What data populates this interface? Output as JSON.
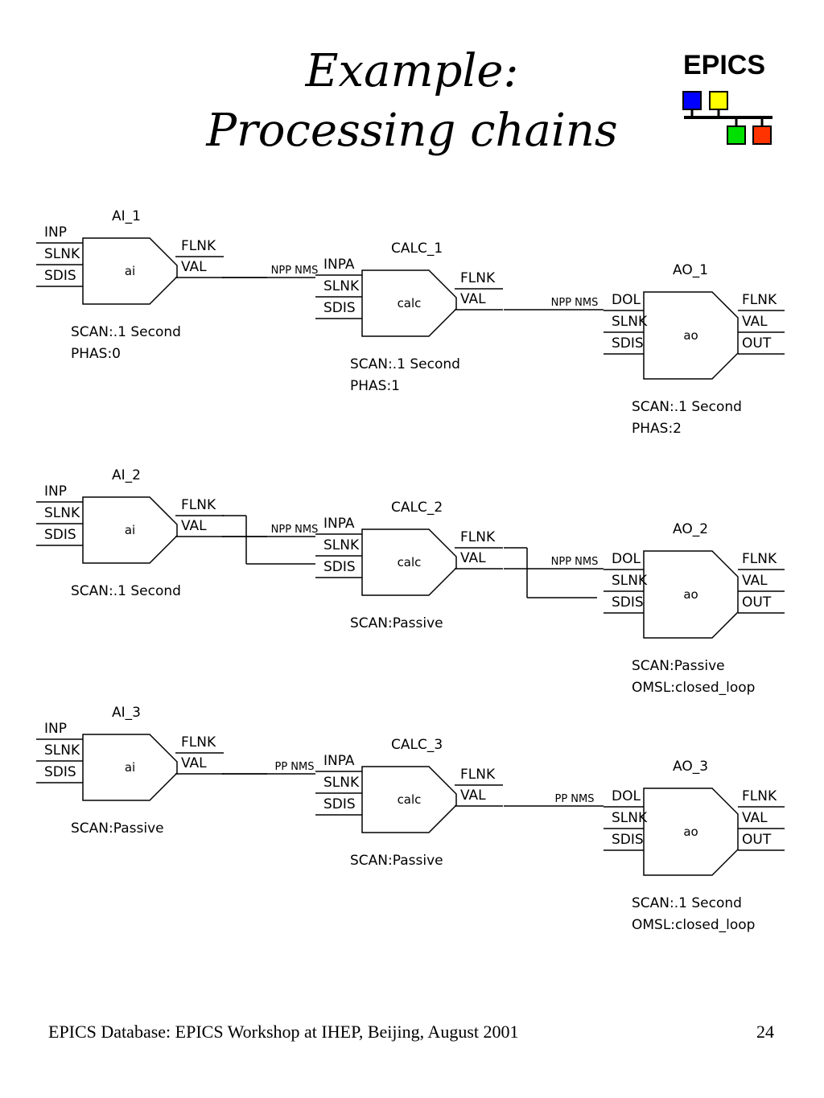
{
  "title": {
    "line1": "Example:",
    "line2": "Processing chains"
  },
  "logo": {
    "text": "EPICS",
    "colors": {
      "blue": "#0000ff",
      "yellow": "#ffff00",
      "green": "#00e000",
      "red": "#ff3300"
    }
  },
  "footer": {
    "left": "EPICS Database: EPICS Workshop at IHEP, Beijing, August 2001",
    "page": "24"
  },
  "chains": [
    {
      "ai": {
        "name": "AI_1",
        "type": "ai",
        "inputs": [
          "INP",
          "SLNK",
          "SDIS"
        ],
        "outputs": [
          "FLNK",
          "VAL"
        ],
        "notes": [
          "SCAN:.1 Second",
          "PHAS:0"
        ]
      },
      "link1": "NPP NMS",
      "calc": {
        "name": "CALC_1",
        "type": "calc",
        "inputs": [
          "INPA",
          "SLNK",
          "SDIS"
        ],
        "outputs": [
          "FLNK",
          "VAL"
        ],
        "notes": [
          "SCAN:.1 Second",
          "PHAS:1"
        ]
      },
      "link2": "NPP NMS",
      "ao": {
        "name": "AO_1",
        "type": "ao",
        "inputs": [
          "DOL",
          "SLNK",
          "SDIS"
        ],
        "outputs": [
          "FLNK",
          "VAL",
          "OUT"
        ],
        "notes": [
          "SCAN:.1 Second",
          "PHAS:2"
        ]
      },
      "forward_link": false
    },
    {
      "ai": {
        "name": "AI_2",
        "type": "ai",
        "inputs": [
          "INP",
          "SLNK",
          "SDIS"
        ],
        "outputs": [
          "FLNK",
          "VAL"
        ],
        "notes": [
          "SCAN:.1 Second"
        ]
      },
      "link1": "NPP NMS",
      "calc": {
        "name": "CALC_2",
        "type": "calc",
        "inputs": [
          "INPA",
          "SLNK",
          "SDIS"
        ],
        "outputs": [
          "FLNK",
          "VAL"
        ],
        "notes": [
          "SCAN:Passive"
        ]
      },
      "link2": "NPP NMS",
      "ao": {
        "name": "AO_2",
        "type": "ao",
        "inputs": [
          "DOL",
          "SLNK",
          "SDIS"
        ],
        "outputs": [
          "FLNK",
          "VAL",
          "OUT"
        ],
        "notes": [
          "SCAN:Passive",
          "OMSL:closed_loop"
        ]
      },
      "forward_link": true
    },
    {
      "ai": {
        "name": "AI_3",
        "type": "ai",
        "inputs": [
          "INP",
          "SLNK",
          "SDIS"
        ],
        "outputs": [
          "FLNK",
          "VAL"
        ],
        "notes": [
          "SCAN:Passive"
        ]
      },
      "link1": "PP NMS",
      "calc": {
        "name": "CALC_3",
        "type": "calc",
        "inputs": [
          "INPA",
          "SLNK",
          "SDIS"
        ],
        "outputs": [
          "FLNK",
          "VAL"
        ],
        "notes": [
          "SCAN:Passive"
        ]
      },
      "link2": "PP NMS",
      "ao": {
        "name": "AO_3",
        "type": "ao",
        "inputs": [
          "DOL",
          "SLNK",
          "SDIS"
        ],
        "outputs": [
          "FLNK",
          "VAL",
          "OUT"
        ],
        "notes": [
          "SCAN:.1 Second",
          "OMSL:closed_loop"
        ]
      },
      "forward_link": false
    }
  ]
}
